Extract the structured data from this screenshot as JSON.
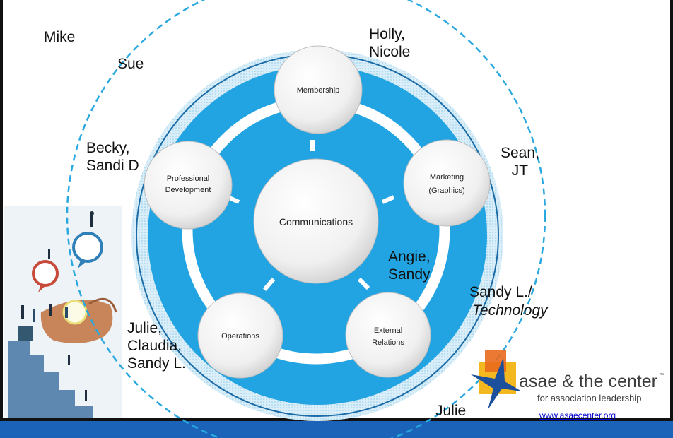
{
  "diagram": {
    "center": "Communications",
    "nodes": {
      "membership": "Membership",
      "marketing_line1": "Marketing",
      "marketing_line2": "(Graphics)",
      "external_line1": "External",
      "external_line2": "Relations",
      "operations": "Operations",
      "profdev_line1": "Professional",
      "profdev_line2": "Development"
    },
    "names": {
      "mike": "Mike",
      "sue": "Sue",
      "holly_nicole": "Holly,\nNicole",
      "becky_sandi": "Becky,\nSandi D",
      "sean_jt": "Sean,\nJT",
      "angie_sandy": "Angie,\nSandy",
      "sandy_tech_name": "Sandy L./",
      "sandy_tech_role": "Technology",
      "julie_group": "Julie,\nClaudia,\nSandy L.",
      "julie": "Julie"
    }
  },
  "logo": {
    "main": "asae & the center",
    "sub": "for association leadership",
    "url": "www.asaecenter.org"
  },
  "colors": {
    "ring_blue": "#22a4e2",
    "dashed_circle": "#29a8df",
    "bottom_bar": "#1a63b8",
    "node_fill": "#f2f2f2"
  }
}
